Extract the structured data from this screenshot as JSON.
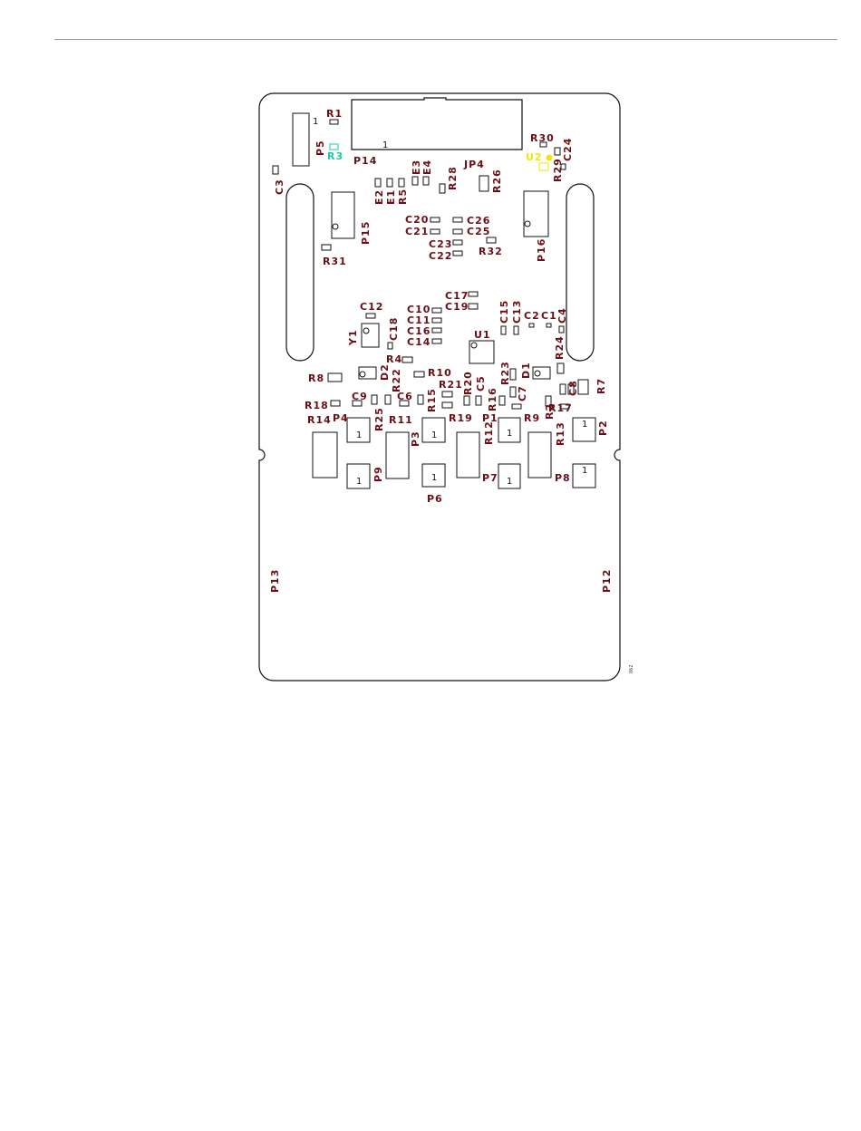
{
  "figure_number": "062",
  "colors": {
    "label": "#6b0f14",
    "highlight_r3": "#20c9a4",
    "highlight_u2": "#f5e600",
    "outline": "#111111"
  },
  "pin1_marker": "1",
  "labels": {
    "R1": "R1",
    "P5": "P5",
    "R3": "R3",
    "P14": "P14",
    "JP4": "JP4",
    "R30": "R30",
    "U2": "U2",
    "C24": "C24",
    "R29": "R29",
    "C3": "C3",
    "E2": "E2",
    "E1": "E1",
    "R5": "R5",
    "E3": "E3",
    "E4": "E4",
    "R28": "R28",
    "R26": "R26",
    "P15": "P15",
    "C20": "C20",
    "C21": "C21",
    "C26": "C26",
    "C25": "C25",
    "C23": "C23",
    "C22": "C22",
    "R32": "R32",
    "P16": "P16",
    "R31": "R31",
    "C17": "C17",
    "C19": "C19",
    "C12": "C12",
    "C10": "C10",
    "C11": "C11",
    "C16": "C16",
    "C14": "C14",
    "C18": "C18",
    "Y1": "Y1",
    "C15": "C15",
    "C13": "C13",
    "C2": "C2",
    "C1": "C1",
    "C4": "C4",
    "U1": "U1",
    "R24": "R24",
    "R4": "R4",
    "R8": "R8",
    "D2": "D2",
    "R22": "R22",
    "R10": "R10",
    "R21": "R21",
    "R20": "R20",
    "C5": "C5",
    "R23": "R23",
    "D1": "D1",
    "R16": "R16",
    "C7": "C7",
    "C8": "C8",
    "R7": "R7",
    "R18": "R18",
    "C9": "C9",
    "C6": "C6",
    "R15": "R15",
    "R2": "R2",
    "R17": "R17",
    "R14": "R14",
    "P4": "P4",
    "R25": "R25",
    "R11": "R11",
    "P3": "P3",
    "R19": "R19",
    "P1": "P1",
    "R12": "R12",
    "R9": "R9",
    "R13": "R13",
    "P2": "P2",
    "P9": "P9",
    "P6": "P6",
    "P7": "P7",
    "P8": "P8",
    "P13": "P13",
    "P12": "P12"
  }
}
